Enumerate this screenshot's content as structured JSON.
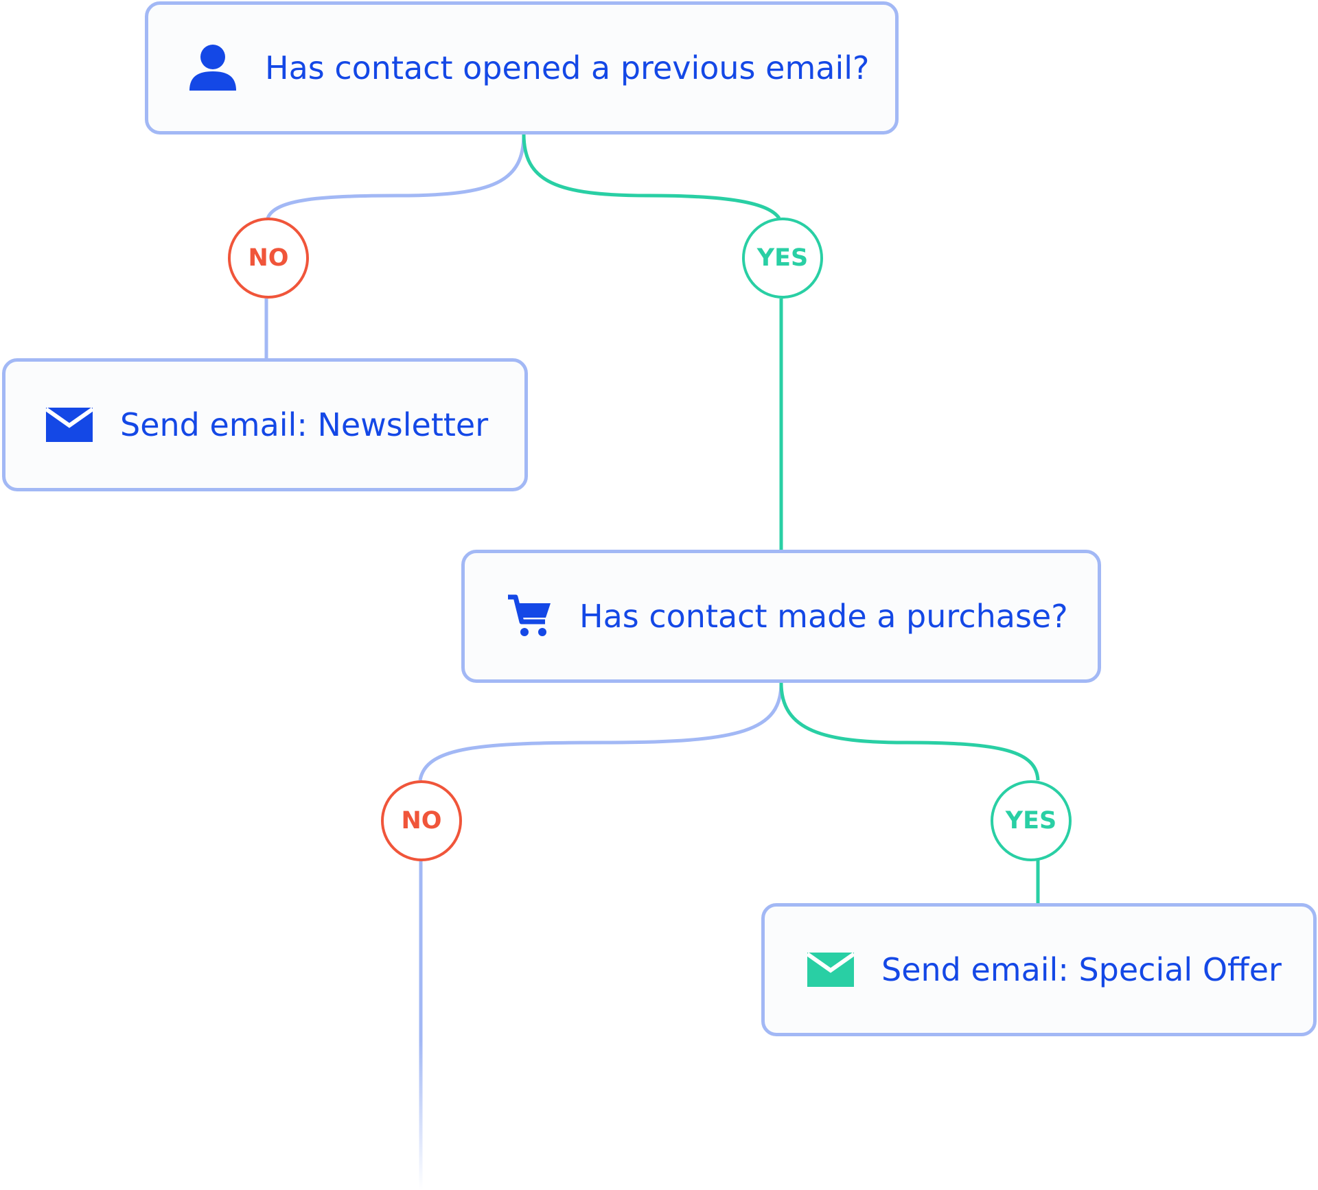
{
  "nodes": {
    "q1": {
      "label": "Has contact opened a previous email?",
      "icon": "user-icon"
    },
    "a1": {
      "label": "Send email: Newsletter",
      "icon": "envelope-icon"
    },
    "q2": {
      "label": "Has contact made a purchase?",
      "icon": "cart-icon"
    },
    "a2": {
      "label": "Send email: Special Offer",
      "icon": "envelope-icon"
    }
  },
  "branches": {
    "q1_no": "NO",
    "q1_yes": "YES",
    "q2_no": "NO",
    "q2_yes": "YES"
  },
  "colors": {
    "primary": "#1448e6",
    "node_border": "#a2b8f5",
    "no": "#f0553a",
    "yes": "#29cfa4",
    "yes_icon": "#29cfa4"
  }
}
